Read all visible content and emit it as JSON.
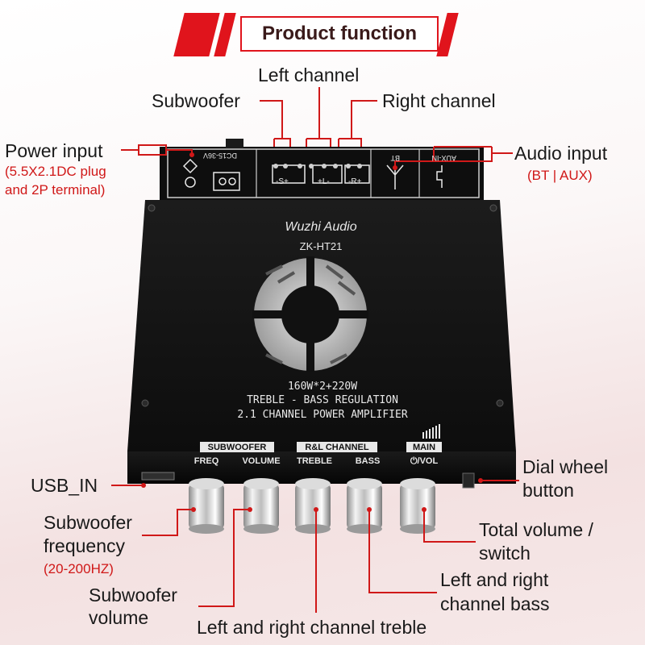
{
  "banner": {
    "title": "Product function"
  },
  "callouts": {
    "left_channel": "Left channel",
    "subwoofer": "Subwoofer",
    "right_channel": "Right channel",
    "power_input": "Power input",
    "power_input_note_1": "(5.5X2.1DC plug",
    "power_input_note_2": "and 2P terminal)",
    "audio_input": "Audio input",
    "audio_input_note": "(BT | AUX)",
    "usb_in": "USB_IN",
    "dial_wheel_1": "Dial wheel",
    "dial_wheel_2": "button",
    "sub_freq_1": "Subwoofer",
    "sub_freq_2": "frequency",
    "sub_freq_note": "(20-200HZ)",
    "total_volume_1": "Total volume /",
    "total_volume_2": "switch",
    "lr_bass_1": "Left and right",
    "lr_bass_2": "channel bass",
    "sub_volume_1": "Subwoofer",
    "sub_volume_2": "volume",
    "lr_treble": "Left and right channel treble"
  },
  "device": {
    "brand": "Wuzhi Audio",
    "model": "ZK-HT21",
    "dc_label": "DC15-36V",
    "bt_label": "BT",
    "aux_label": "AUX-IN",
    "spk_s": "-S+",
    "spk_l": "+L-",
    "spk_r": "-R+",
    "power_line": "160W*2+220W",
    "regulation_line": "TREBLE - BASS REGULATION",
    "amp_line": "2.1 CHANNEL POWER AMPLIFIER",
    "group_subwoofer": "SUBWOOFER",
    "group_rl": "R&L CHANNEL",
    "group_main": "MAIN",
    "knob_freq": "FREQ",
    "knob_volume": "VOLUME",
    "knob_treble": "TREBLE",
    "knob_bass": "BASS",
    "knob_vol": "⏻/VOL"
  },
  "colors": {
    "accent": "#e0141c",
    "callout_line": "#d01818",
    "panel": "#121212",
    "panel_text": "#e8e8e8"
  }
}
